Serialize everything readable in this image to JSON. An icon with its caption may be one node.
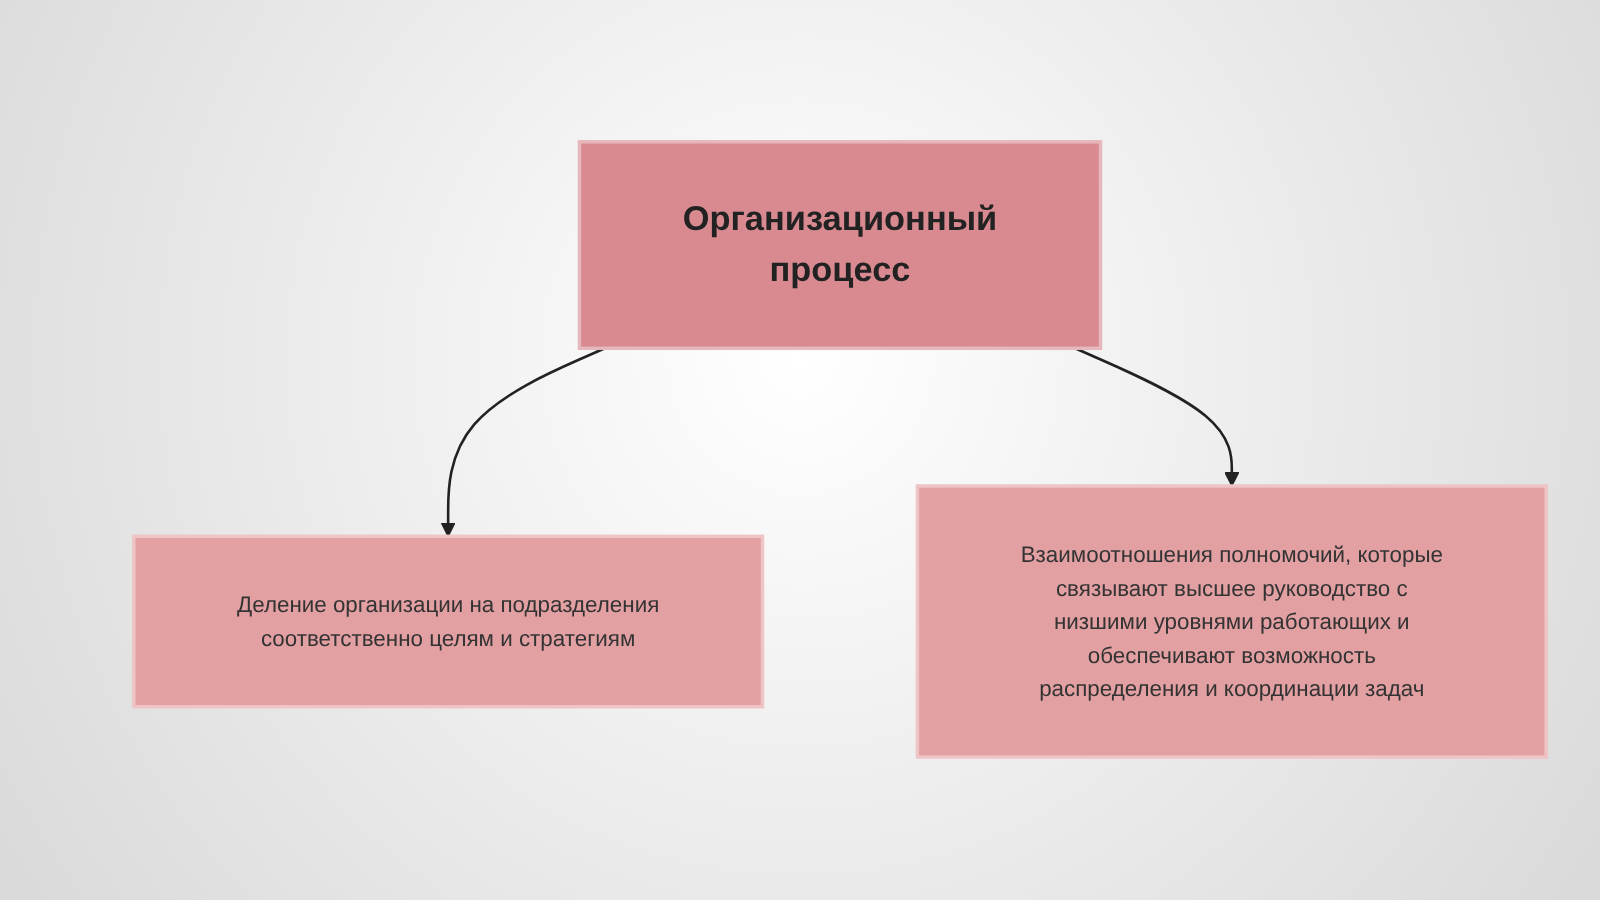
{
  "diagram": {
    "nodes": [
      {
        "text": [
          "Организационный процесс"
        ]
      },
      {
        "text": [
          "Деление организации на подразделения соответственно целям и стратегиям"
        ]
      },
      {
        "text": [
          "Взаимоотношения полномочий, которые связывают высшее руководство с низшими уровнями работающих и обеспечивают возможность распределения и координации задач"
        ]
      }
    ],
    "edges": [
      {
        "from": 0,
        "to": 1,
        "arrow": "to"
      },
      {
        "from": 0,
        "to": 2,
        "arrow": "to"
      }
    ]
  }
}
